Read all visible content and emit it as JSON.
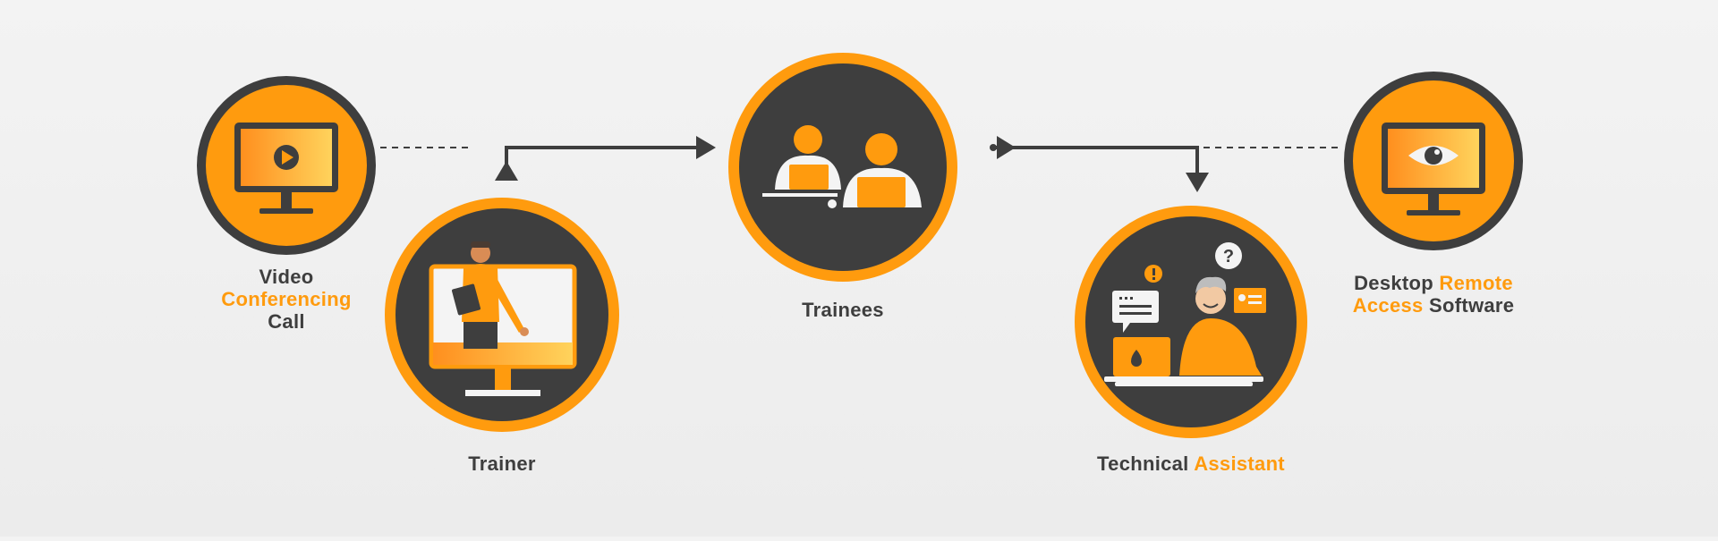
{
  "diagram": {
    "colors": {
      "orange": "#ff9b0e",
      "dark": "#3e3e3e",
      "light": "#f4f4f4"
    },
    "nodes": [
      {
        "id": "video",
        "icon": "video-monitor-icon",
        "label_lines": [
          [
            {
              "text": "Video",
              "hl": false
            }
          ],
          [
            {
              "text": "Conferencing",
              "hl": true
            }
          ],
          [
            {
              "text": "Call",
              "hl": false
            }
          ]
        ]
      },
      {
        "id": "trainer",
        "icon": "trainer-presenting-icon",
        "label_lines": [
          [
            {
              "text": "Trainer",
              "hl": false
            }
          ]
        ]
      },
      {
        "id": "trainees",
        "icon": "trainees-laptops-icon",
        "label_lines": [
          [
            {
              "text": "Trainees",
              "hl": false
            }
          ]
        ]
      },
      {
        "id": "assistant",
        "icon": "technical-assistant-icon",
        "label_lines": [
          [
            {
              "text": "Technical ",
              "hl": false
            },
            {
              "text": "Assistant",
              "hl": true
            }
          ]
        ]
      },
      {
        "id": "remote",
        "icon": "eye-monitor-icon",
        "label_lines": [
          [
            {
              "text": "Desktop ",
              "hl": false
            },
            {
              "text": "Remote",
              "hl": true
            }
          ],
          [
            {
              "text": "Access ",
              "hl": true
            },
            {
              "text": "Software",
              "hl": false
            }
          ]
        ]
      }
    ]
  }
}
